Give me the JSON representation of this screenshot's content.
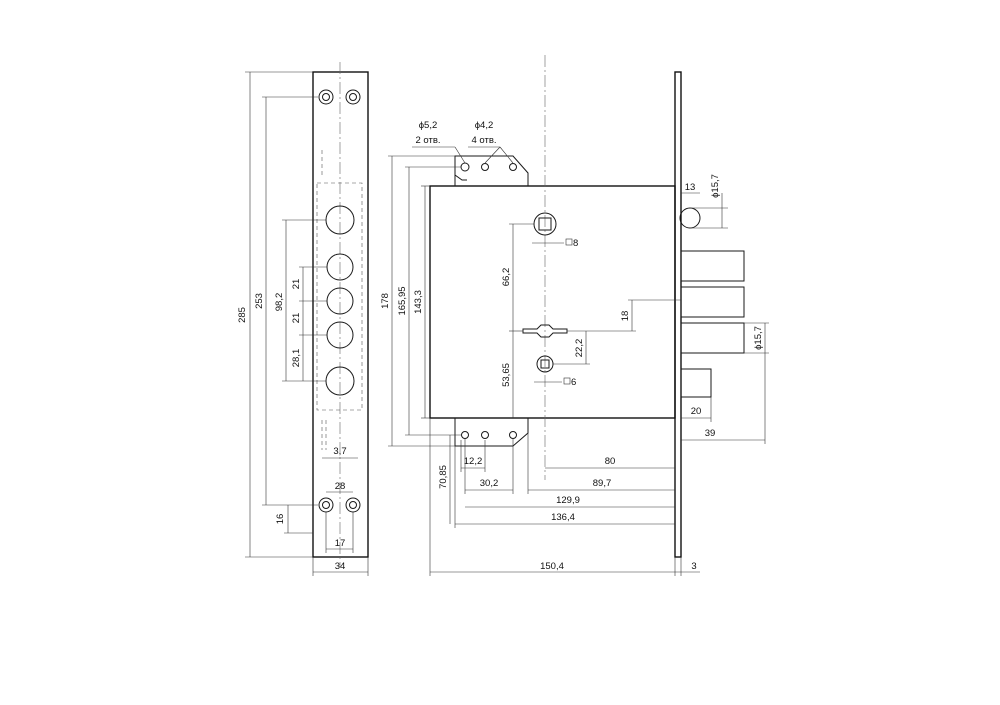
{
  "faceplate": {
    "dims": {
      "overall_height": "285",
      "hole_spacing": "253",
      "cylinder_span": "98,2",
      "pitch_1": "21",
      "pitch_2": "21",
      "pitch_3": "28,1",
      "slot_width": "3,7",
      "hole_center_distance": "28",
      "bottom_offset": "16",
      "inner_width": "17",
      "width": "34"
    }
  },
  "lock_body": {
    "dims": {
      "height_178": "178",
      "height_165": "165,95",
      "height_143": "143,3",
      "spindle_to_key": "66,2",
      "key_height": "53,65",
      "square_8": "8",
      "square_6": "6",
      "offset_18": "18",
      "offset_22": "22,2",
      "backset_80": "80",
      "dist_89": "89,7",
      "dist_129": "129,9",
      "dist_136": "136,4",
      "width_150": "150,4",
      "plate_thickness": "3",
      "bracket_12": "12,2",
      "bracket_30": "30,2",
      "height_70": "70,85",
      "bolt_diameter_top": "ϕ15,7",
      "bolt_diameter_bottom": "ϕ15,7",
      "bolt_13": "13",
      "bolt_20": "20",
      "bolt_39": "39"
    },
    "holes": {
      "hole_a_dia": "ϕ5,2",
      "hole_a_count": "2 отв.",
      "hole_b_dia": "ϕ4,2",
      "hole_b_count": "4 отв."
    }
  }
}
